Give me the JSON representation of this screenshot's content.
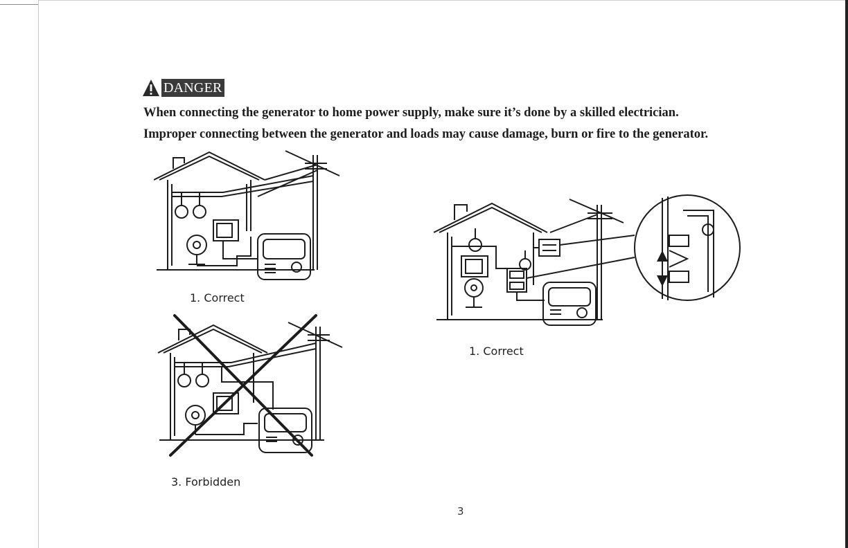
{
  "header": {
    "danger_label": "DANGER",
    "icon": "warning-triangle-icon"
  },
  "warning": {
    "line1": "When connecting the generator to home power supply, make sure it’s done by a skilled electrician.",
    "line2": "Improper connecting between the generator and loads may cause damage, burn or fire to the generator."
  },
  "figures": [
    {
      "caption": "1. Correct"
    },
    {
      "caption": "1. Correct"
    },
    {
      "caption": "3. Forbidden"
    }
  ],
  "footer": {
    "page_number": "3"
  }
}
